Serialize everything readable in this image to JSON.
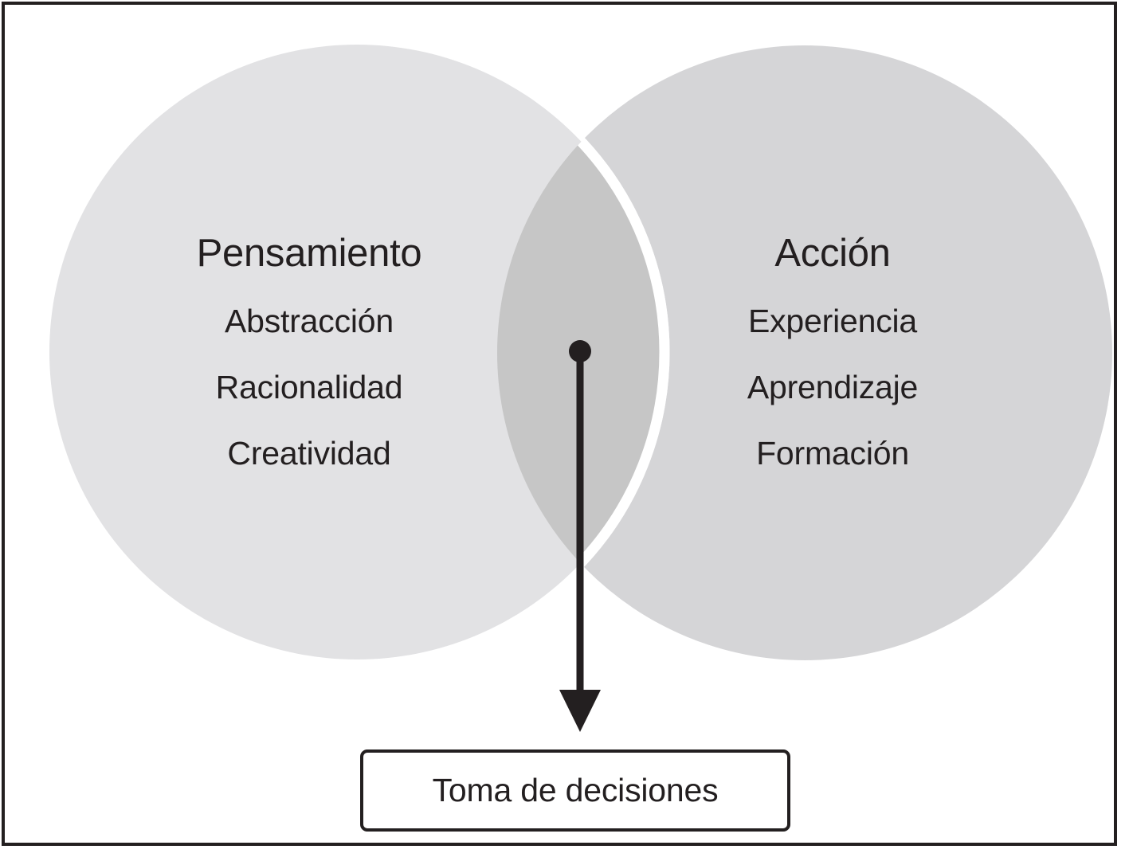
{
  "diagram": {
    "type": "venn-two-circle-with-outcome",
    "title_visible": false,
    "frame_color": "#231f20",
    "background_color": "#ffffff",
    "left_circle": {
      "label": "Pensamiento",
      "fill_color": "#e2e2e4",
      "items": [
        {
          "label": "Abstracción"
        },
        {
          "label": "Racionalidad"
        },
        {
          "label": "Creatividad"
        }
      ]
    },
    "right_circle": {
      "label": "Acción",
      "fill_color": "#d5d5d7",
      "items": [
        {
          "label": "Experiencia"
        },
        {
          "label": "Aprendizaje"
        },
        {
          "label": "Formación"
        }
      ]
    },
    "intersection": {
      "fill_color": "#c6c6c6",
      "label": ""
    },
    "connector": {
      "kind": "arrow-down",
      "start_marker": "filled-dot",
      "end_marker": "filled-triangle",
      "color": "#231f20"
    },
    "outcome": {
      "label": "Toma de decisiones",
      "border_color": "#231f20",
      "fill_color": "#ffffff"
    }
  }
}
